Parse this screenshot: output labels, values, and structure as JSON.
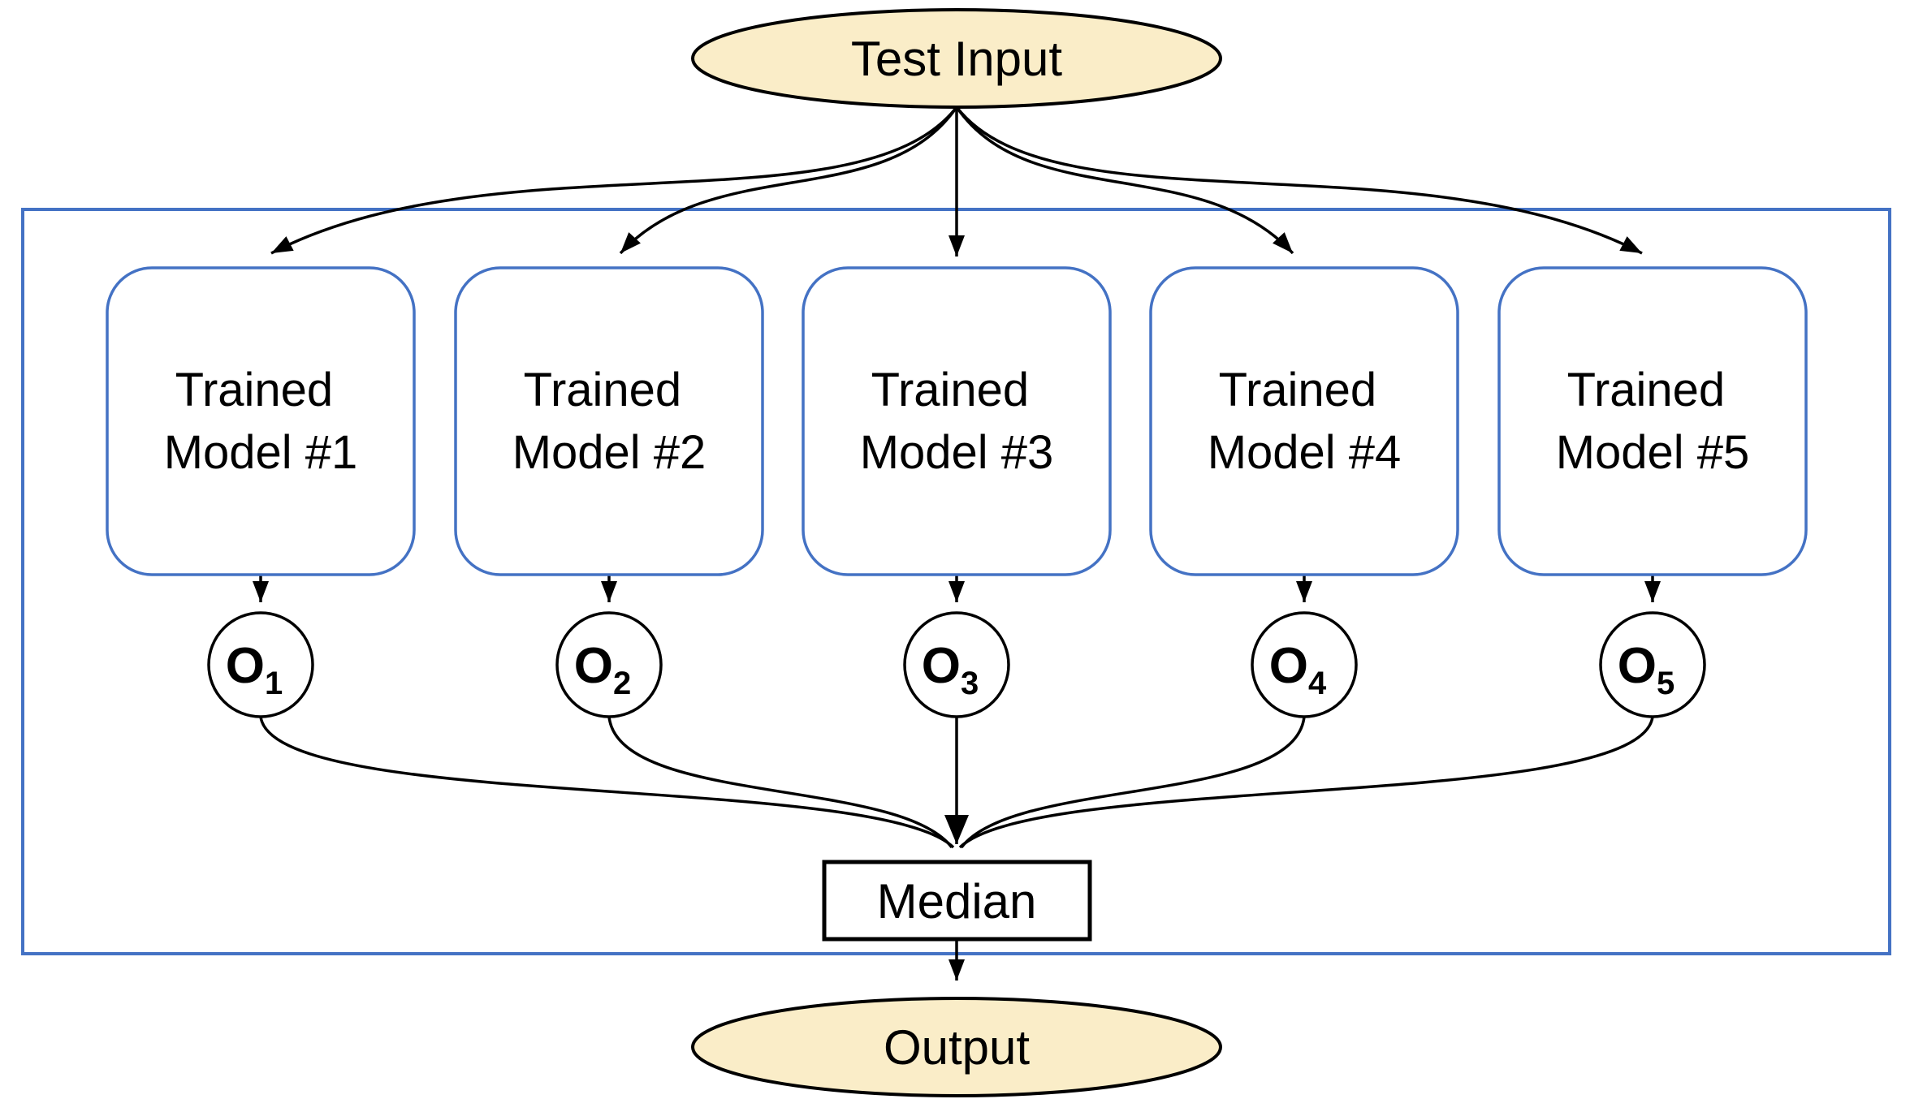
{
  "diagram": {
    "test_input": {
      "label": "Test Input"
    },
    "median": {
      "label": "Median"
    },
    "output": {
      "label": "Output"
    },
    "models": [
      {
        "line1": "Trained",
        "line2": "Model #1",
        "out_main": "O",
        "out_sub": "1"
      },
      {
        "line1": "Trained",
        "line2": "Model #2",
        "out_main": "O",
        "out_sub": "2"
      },
      {
        "line1": "Trained",
        "line2": "Model #3",
        "out_main": "O",
        "out_sub": "3"
      },
      {
        "line1": "Trained",
        "line2": "Model #4",
        "out_main": "O",
        "out_sub": "4"
      },
      {
        "line1": "Trained",
        "line2": "Model #5",
        "out_main": "O",
        "out_sub": "5"
      }
    ],
    "colors": {
      "terminal_fill": "#FAEDC8",
      "terminal_stroke": "#000000",
      "model_stroke": "#4472C4",
      "container_stroke": "#4472C4",
      "line_color": "#000000",
      "background": "#FFFFFF"
    }
  }
}
